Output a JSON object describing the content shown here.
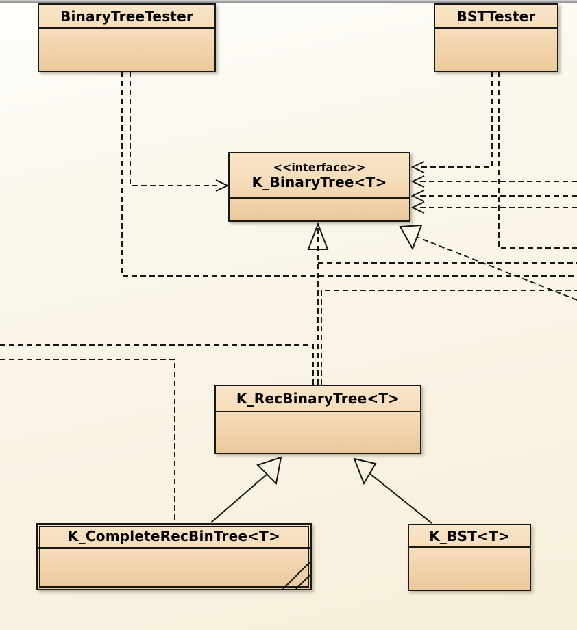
{
  "diagram": {
    "kind": "UML class diagram",
    "selected_class": "K_CompleteRecBinTree<T>"
  },
  "classes": {
    "binaryTreeTester": {
      "name": "BinaryTreeTester"
    },
    "bstTester": {
      "name": "BSTTester"
    },
    "kBinaryTree": {
      "stereotype": "<<interface>>",
      "name": "K_BinaryTree<T>"
    },
    "kRecBinaryTree": {
      "name": "K_RecBinaryTree<T>"
    },
    "kCompleteRecBinTree": {
      "name": "K_CompleteRecBinTree<T>"
    },
    "kBst": {
      "name": "K_BST<T>"
    }
  },
  "relationships": [
    {
      "from": "BinaryTreeTester",
      "to": "K_BinaryTree<T>",
      "type": "dependency",
      "style": "dashed-open-arrow"
    },
    {
      "from": "BinaryTreeTester",
      "to": "off-canvas-right",
      "type": "dependency",
      "style": "dashed"
    },
    {
      "from": "BSTTester",
      "to": "K_BinaryTree<T>",
      "type": "dependency",
      "style": "dashed-open-arrow"
    },
    {
      "from": "BSTTester",
      "to": "off-canvas-right",
      "type": "dependency",
      "style": "dashed"
    },
    {
      "from": "off-canvas-right-1",
      "to": "K_BinaryTree<T>",
      "type": "dependency",
      "style": "dashed-open-arrow"
    },
    {
      "from": "off-canvas-right-2",
      "to": "K_BinaryTree<T>",
      "type": "dependency",
      "style": "dashed-open-arrow"
    },
    {
      "from": "off-canvas-right-3",
      "to": "K_BinaryTree<T>",
      "type": "dependency",
      "style": "dashed-open-arrow"
    },
    {
      "from": "K_RecBinaryTree<T>",
      "to": "K_BinaryTree<T>",
      "type": "realization",
      "style": "dashed-hollow-triangle"
    },
    {
      "from": "off-canvas-lower-right",
      "to": "K_BinaryTree<T>",
      "type": "realization",
      "style": "dashed-hollow-triangle"
    },
    {
      "from": "K_RecBinaryTree<T>",
      "to": "off-canvas-right",
      "type": "dependency",
      "style": "dashed"
    },
    {
      "from": "K_RecBinaryTree<T>",
      "to": "off-canvas-left",
      "type": "dependency",
      "style": "dashed"
    },
    {
      "from": "K_CompleteRecBinTree<T>",
      "to": "off-canvas-left",
      "type": "dependency",
      "style": "dashed"
    },
    {
      "from": "K_CompleteRecBinTree<T>",
      "to": "K_RecBinaryTree<T>",
      "type": "generalization",
      "style": "solid-hollow-triangle"
    },
    {
      "from": "K_BST<T>",
      "to": "K_RecBinaryTree<T>",
      "type": "generalization",
      "style": "solid-hollow-triangle"
    }
  ],
  "colors": {
    "canvas_top": "#fefefb",
    "canvas_bottom": "#f5eeda",
    "box_fill_top": "#f9e5c9",
    "box_fill_bottom": "#ecc99c",
    "box_border": "#181818",
    "top_divider": "#a6a6a6"
  }
}
